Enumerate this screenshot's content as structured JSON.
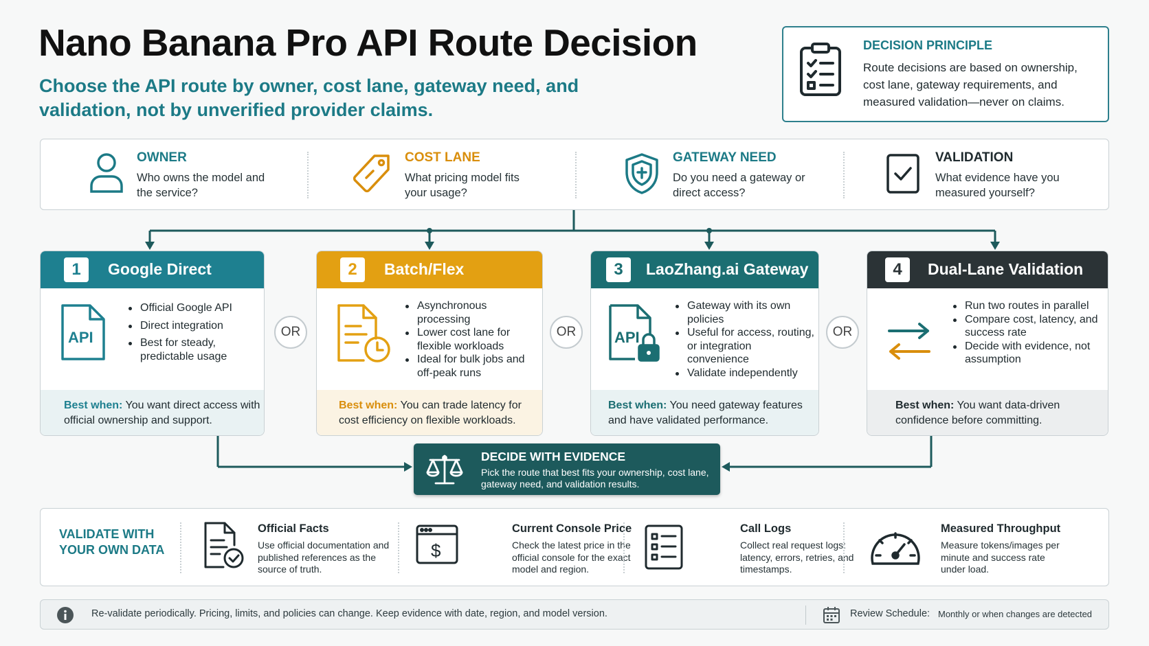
{
  "title": "Nano Banana Pro API Route Decision",
  "subtitle": "Choose the API route by owner, cost lane, gateway need, and validation, not by unverified provider claims.",
  "principle": {
    "label": "DECISION PRINCIPLE",
    "text": "Route decisions are based on ownership, cost lane, gateway requirements, and measured validation—never on claims.",
    "icon": "clipboard-checklist-icon"
  },
  "criteria": [
    {
      "heading": "OWNER",
      "text": "Who owns the model and the service?",
      "icon": "user-icon",
      "color": "#1c7a86"
    },
    {
      "heading": "COST LANE",
      "text": "What pricing model fits your usage?",
      "icon": "price-tag-icon",
      "color": "#d98e0c"
    },
    {
      "heading": "GATEWAY NEED",
      "text": "Do you need a gateway or direct access?",
      "icon": "shield-icon",
      "color": "#1c7a86"
    },
    {
      "heading": "VALIDATION",
      "text": "What evidence have you measured yourself?",
      "icon": "checkbox-icon",
      "color": "#1f2a2e"
    }
  ],
  "routes": [
    {
      "number": "1",
      "title": "Google Direct",
      "color": "#1e8090",
      "best_bg": "#e9f2f3",
      "bullets": [
        "Official Google API",
        "Direct integration",
        "Best for steady, predictable usage"
      ],
      "best_label": "Best when:",
      "best_text": "You want direct access with official ownership and support.",
      "icon": "api-document-icon"
    },
    {
      "number": "2",
      "title": "Batch/Flex",
      "color": "#e3a012",
      "best_bg": "#fbf3e3",
      "bullets": [
        "Asynchronous processing",
        "Lower cost lane for flexible workloads",
        "Ideal for bulk jobs and off-peak runs"
      ],
      "best_label": "Best when:",
      "best_text": "You can trade latency for cost efficiency on flexible workloads.",
      "icon": "document-clock-icon"
    },
    {
      "number": "3",
      "title": "LaoZhang.ai Gateway",
      "color": "#1b6e72",
      "best_bg": "#e9f2f3",
      "bullets": [
        "Gateway with its own policies",
        "Useful for access, routing, or integration convenience",
        "Validate independently"
      ],
      "best_label": "Best when:",
      "best_text": "You need gateway features and have validated performance.",
      "icon": "api-lock-icon"
    },
    {
      "number": "4",
      "title": "Dual-Lane Validation",
      "color": "#2b3336",
      "best_bg": "#eceeef",
      "bullets": [
        "Run two routes in parallel",
        "Compare cost, latency, and success rate",
        "Decide with evidence, not assumption"
      ],
      "best_label": "Best when:",
      "best_text": "You want data-driven confidence before committing.",
      "icon": "swap-arrows-icon"
    }
  ],
  "or_label": "OR",
  "decide": {
    "heading": "DECIDE WITH EVIDENCE",
    "text": "Pick the route that best fits your ownership, cost lane, gateway need, and validation results.",
    "icon": "scales-icon"
  },
  "validate": {
    "heading": "VALIDATE WITH YOUR OWN DATA",
    "items": [
      {
        "heading": "Official Facts",
        "text": "Use official documentation and published references as the source of truth.",
        "icon": "document-check-icon"
      },
      {
        "heading": "Current Console Price",
        "text": "Check the latest price in the official console for the exact model and region.",
        "icon": "browser-dollar-icon"
      },
      {
        "heading": "Call Logs",
        "text": "Collect real request logs: latency, errors, retries, and timestamps.",
        "icon": "list-log-icon"
      },
      {
        "heading": "Measured Throughput",
        "text": "Measure tokens/images per minute and success rate under load.",
        "icon": "gauge-icon"
      }
    ]
  },
  "footer": {
    "note": "Re-validate periodically. Pricing, limits, and policies can change. Keep evidence with date, region, and model version.",
    "schedule_label": "Review Schedule:",
    "schedule_value": "Monthly or when changes are detected",
    "info_icon": "info-icon",
    "calendar_icon": "calendar-icon"
  }
}
